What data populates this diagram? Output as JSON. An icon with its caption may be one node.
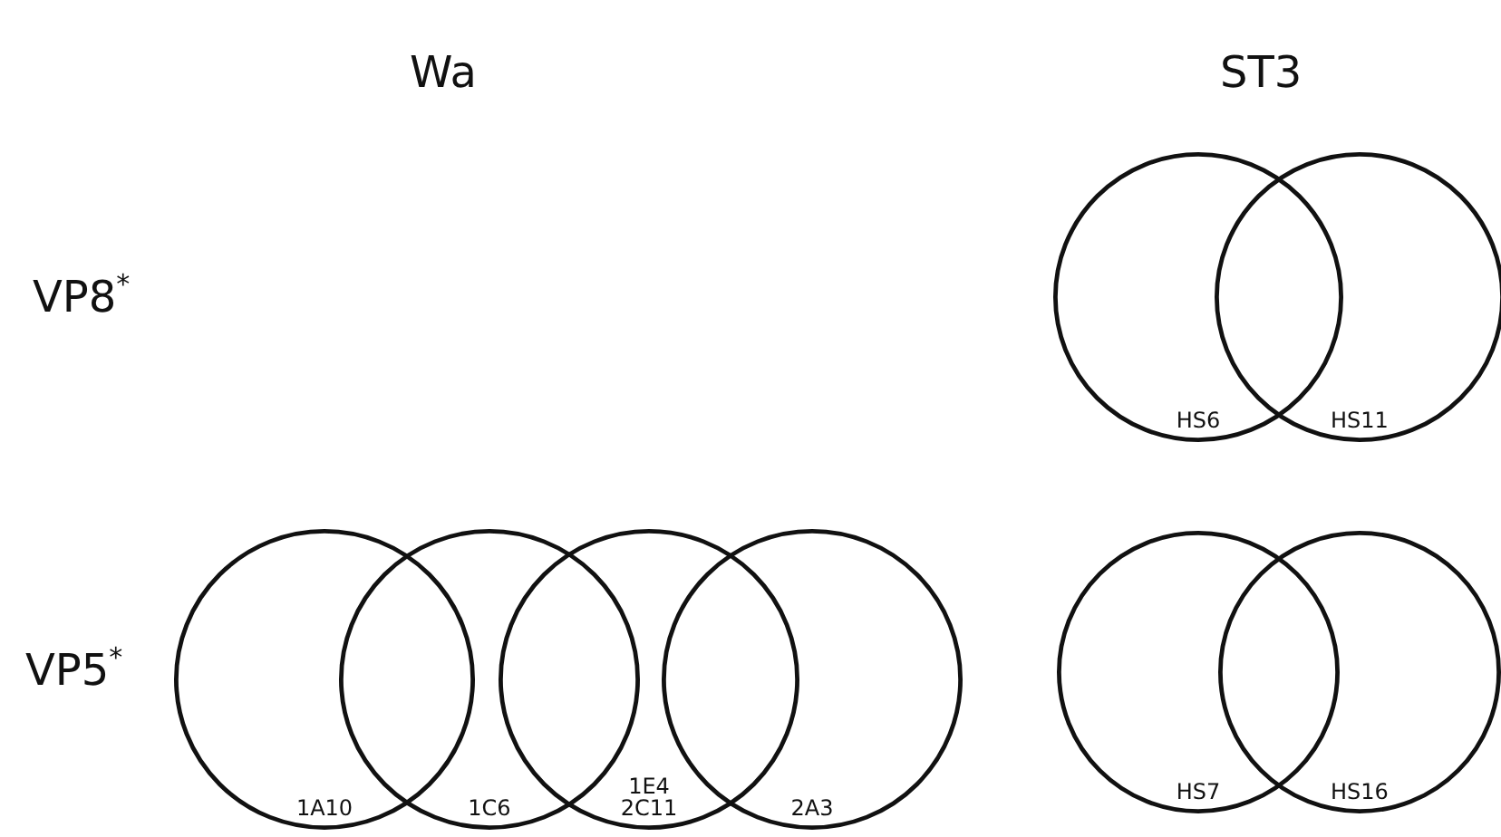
{
  "diagram": {
    "nodes": [
      {
        "text": [
          "HS6"
        ]
      },
      {
        "text": [
          "HS11"
        ]
      },
      {
        "text": [
          "1A10"
        ]
      },
      {
        "text": [
          "1C6"
        ]
      },
      {
        "text": [
          "1E4 2C11"
        ]
      },
      {
        "text": [
          "2A3"
        ]
      },
      {
        "text": [
          "HS7"
        ]
      },
      {
        "text": [
          "HS16"
        ]
      }
    ],
    "labels": [
      "Wa",
      "ST3",
      "VP8$^{*}$",
      "VP5$^{*}$"
    ]
  }
}
